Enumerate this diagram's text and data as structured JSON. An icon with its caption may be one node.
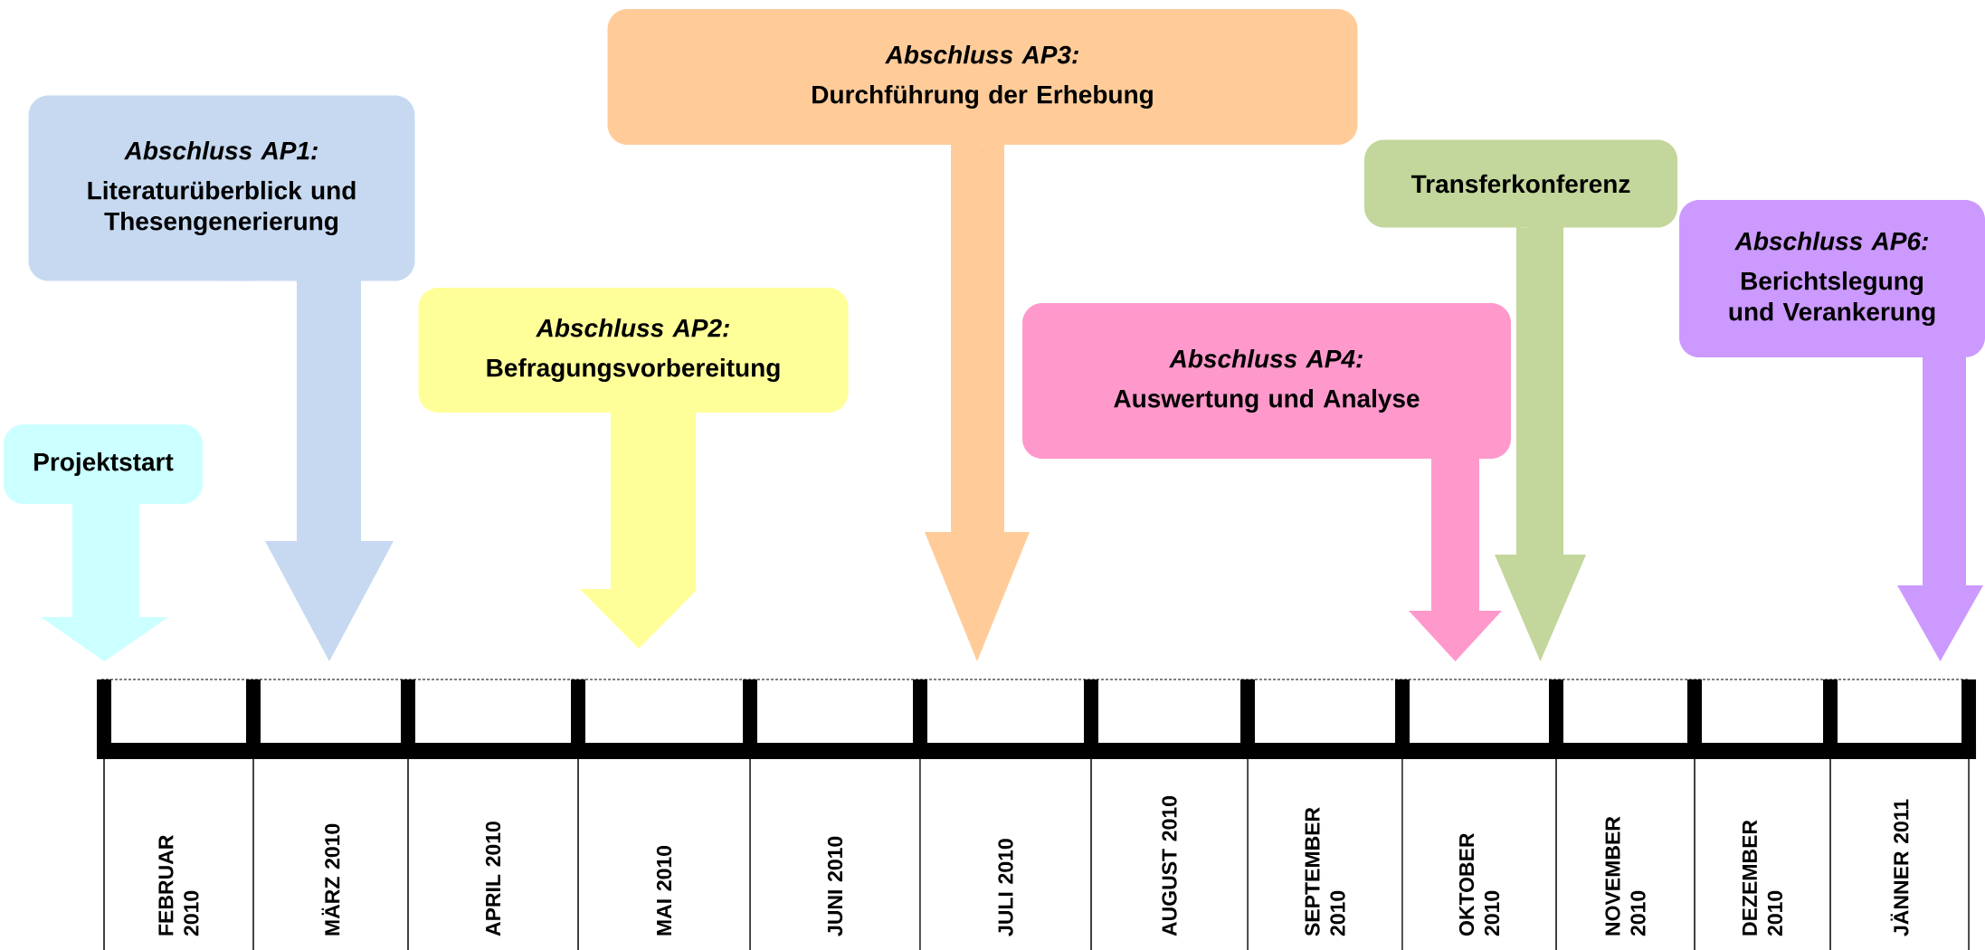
{
  "diagram": {
    "nodes": [
      {
        "text": [
          "Projektstart"
        ]
      },
      {
        "text": [
          "Abschluss AP1:",
          "Literaturüberblick und Thesengenerierung"
        ]
      },
      {
        "text": [
          "Abschluss AP2:",
          "Befragungsvorbereitung"
        ]
      },
      {
        "text": [
          "Abschluss AP3:",
          "Durchführung der Erhebung"
        ]
      },
      {
        "text": [
          "Abschluss AP4:",
          "Auswertung und Analyse"
        ]
      },
      {
        "text": [
          "Transferkonferenz"
        ]
      },
      {
        "text": [
          "Abschluss AP6:",
          "Berichtslegung und Verankerung"
        ]
      }
    ],
    "edges": [
      {
        "from": 0,
        "to": null,
        "arrow": "to",
        "color": "#ccffff"
      },
      {
        "from": 1,
        "to": null,
        "arrow": "to",
        "color": "#c6d9f1"
      },
      {
        "from": 2,
        "to": null,
        "arrow": "to",
        "color": "#ffff99"
      },
      {
        "from": 3,
        "to": null,
        "arrow": "to",
        "color": "#ffcc99"
      },
      {
        "from": 4,
        "to": null,
        "arrow": "to",
        "color": "#ff99cc"
      },
      {
        "from": 5,
        "to": null,
        "arrow": "to",
        "color": "#c3d69b"
      },
      {
        "from": 6,
        "to": null,
        "arrow": "to",
        "color": "#cc99ff"
      }
    ],
    "labels": [
      "FEBRUAR 2010",
      "MÄRZ 2010",
      "APRIL 2010",
      "MAI 2010",
      "JUNI 2010",
      "JULI 2010",
      "AUGUST 2010",
      "SEPTEMBER 2010",
      "OKTOBER 2010",
      "NOVEMBER 2010",
      "DEZEMBER 2010",
      "JÄNNER 2011"
    ]
  }
}
